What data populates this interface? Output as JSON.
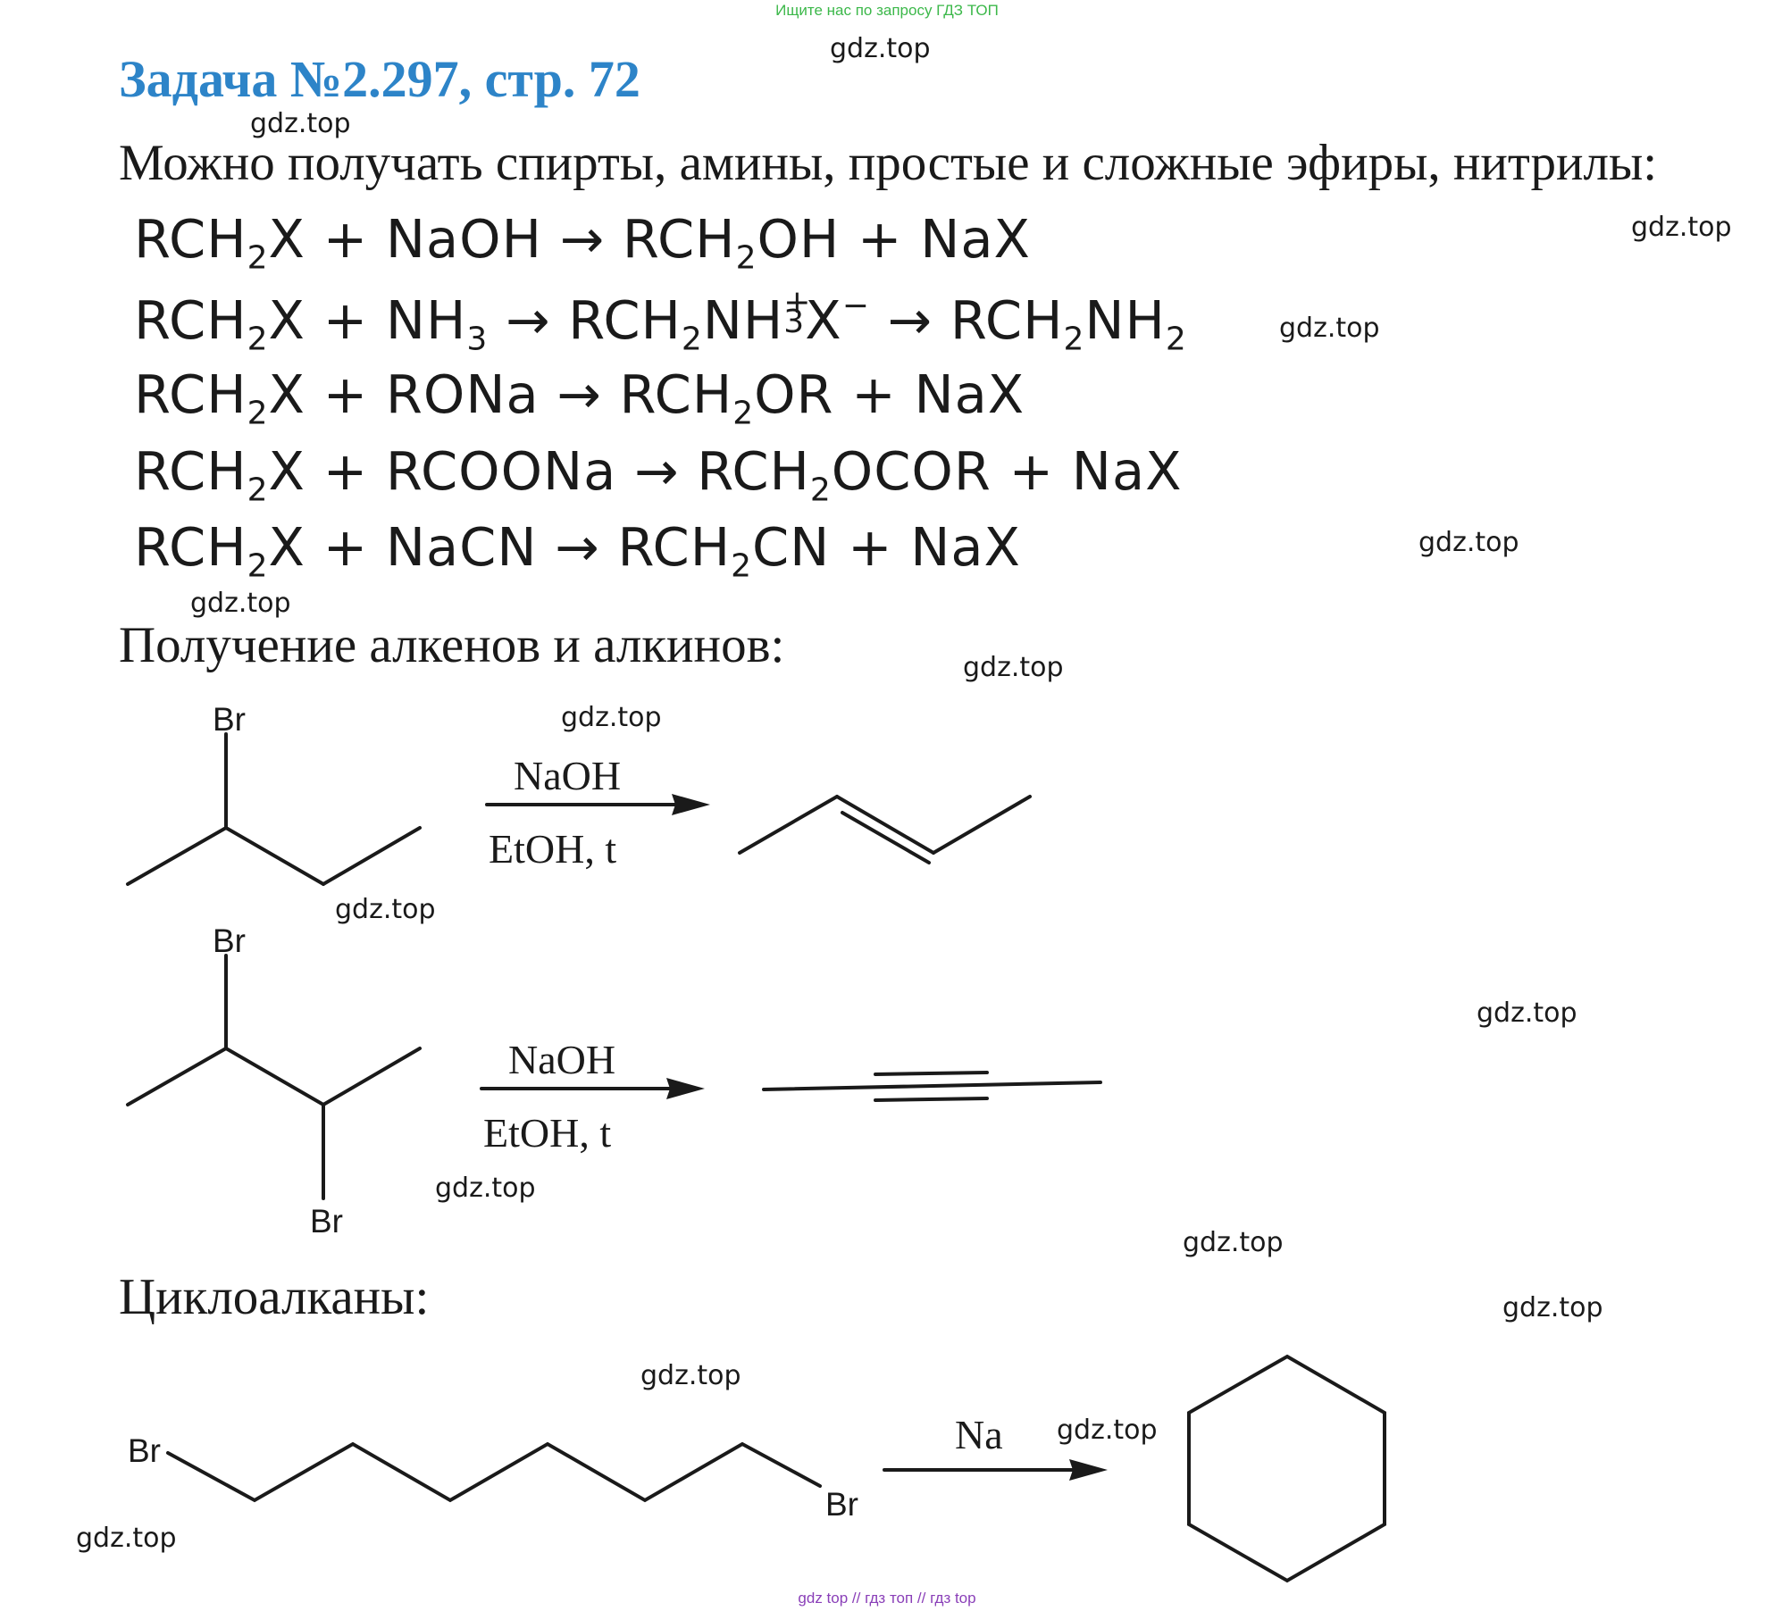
{
  "banner": "Ищите нас по запросу ГДЗ ТОП",
  "title": "Задача №2.297, стр. 72",
  "intro": "Можно получать спирты, амины, простые и сложные эфиры, нитрилы:",
  "equations": {
    "eq1": {
      "a": "RCH",
      "b": "X + NaOH → RCH",
      "c": "OH + NaX",
      "n": "2"
    },
    "eq2": {
      "a": "RCH",
      "b": "X + NH",
      "c": " → RCH",
      "d": "NH",
      "e": "X",
      "f": " → RCH",
      "g": "NH",
      "n": "2",
      "n3": "3",
      "plus": "+",
      "minus": "−"
    },
    "eq3": {
      "a": "RCH",
      "b": "X + RONa → RCH",
      "c": "OR + NaX",
      "n": "2"
    },
    "eq4": {
      "a": "RCH",
      "b": "X + RCOONa → RCH",
      "c": "OCOR + NaX",
      "n": "2"
    },
    "eq5": {
      "a": "RCH",
      "b": "X + NaCN → RCH",
      "c": "CN + NaX",
      "n": "2"
    }
  },
  "section_alkenes": "Получение алкенов и алкинов:",
  "section_cyclo": "Циклоалканы:",
  "reactions": {
    "r1": {
      "br": "Br",
      "reagent": "NaOH",
      "conditions": "EtOH, t"
    },
    "r2": {
      "br_top": "Br",
      "br_bottom": "Br",
      "reagent": "NaOH",
      "conditions": "EtOH, t"
    },
    "r3": {
      "br_left": "Br",
      "br_right": "Br",
      "reagent": "Na"
    }
  },
  "watermark": "gdz.top",
  "footer": "gdz top  //  гдз топ  //  гдз top",
  "colors": {
    "title": "#2d84c8",
    "banner": "#3cb84a",
    "footer": "#8a3fb8",
    "text": "#1a1a1a"
  }
}
